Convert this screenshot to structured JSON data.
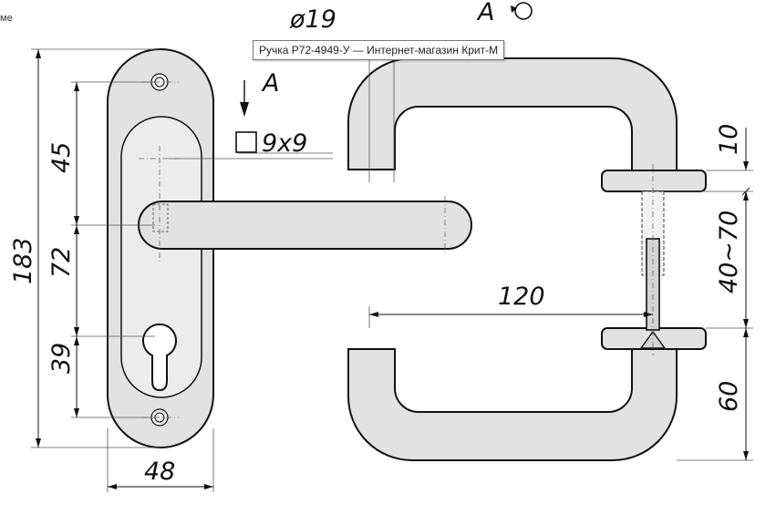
{
  "page": {
    "corner_text": "ме",
    "tooltip": "Ручка Р72-4949-У — Интернет-магазин Крит-М"
  },
  "dimensions": {
    "diameter": "ø19",
    "view_label_top": "A",
    "view_label_arrow": "A",
    "square": "9x9",
    "d45": "45",
    "d72": "72",
    "d183": "183",
    "d39": "39",
    "d48": "48",
    "d120": "120",
    "d10": "10",
    "d40_70": "40~70",
    "d60": "60"
  },
  "colors": {
    "part_fill": "#e2e2e2",
    "outline": "#111111"
  }
}
